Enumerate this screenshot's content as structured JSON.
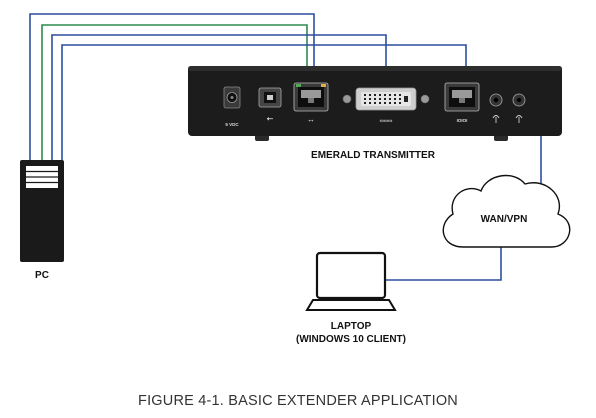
{
  "labels": {
    "pc": "PC",
    "transmitter": "EMERALD TRANSMITTER",
    "cloud": "WAN/VPN",
    "laptop_line1": "LAPTOP",
    "laptop_line2": "(WINDOWS 10 CLIENT)",
    "power_text": "5 VDC",
    "dvi_port_mark": "▭▭▭",
    "net_port_mark": "IOIOI",
    "eth_arrow": "↔",
    "usb_mark": "⭠"
  },
  "caption": "FIGURE 4-1. BASIC EXTENDER APPLICATION",
  "colors": {
    "cable_blue": "#2b4f9e",
    "cable_green": "#2f8a4f",
    "device_body": "#1c1c1c",
    "outline": "#111111"
  },
  "icons": [
    "pc-tower-icon",
    "transmitter-device-icon",
    "cloud-icon",
    "laptop-icon"
  ]
}
